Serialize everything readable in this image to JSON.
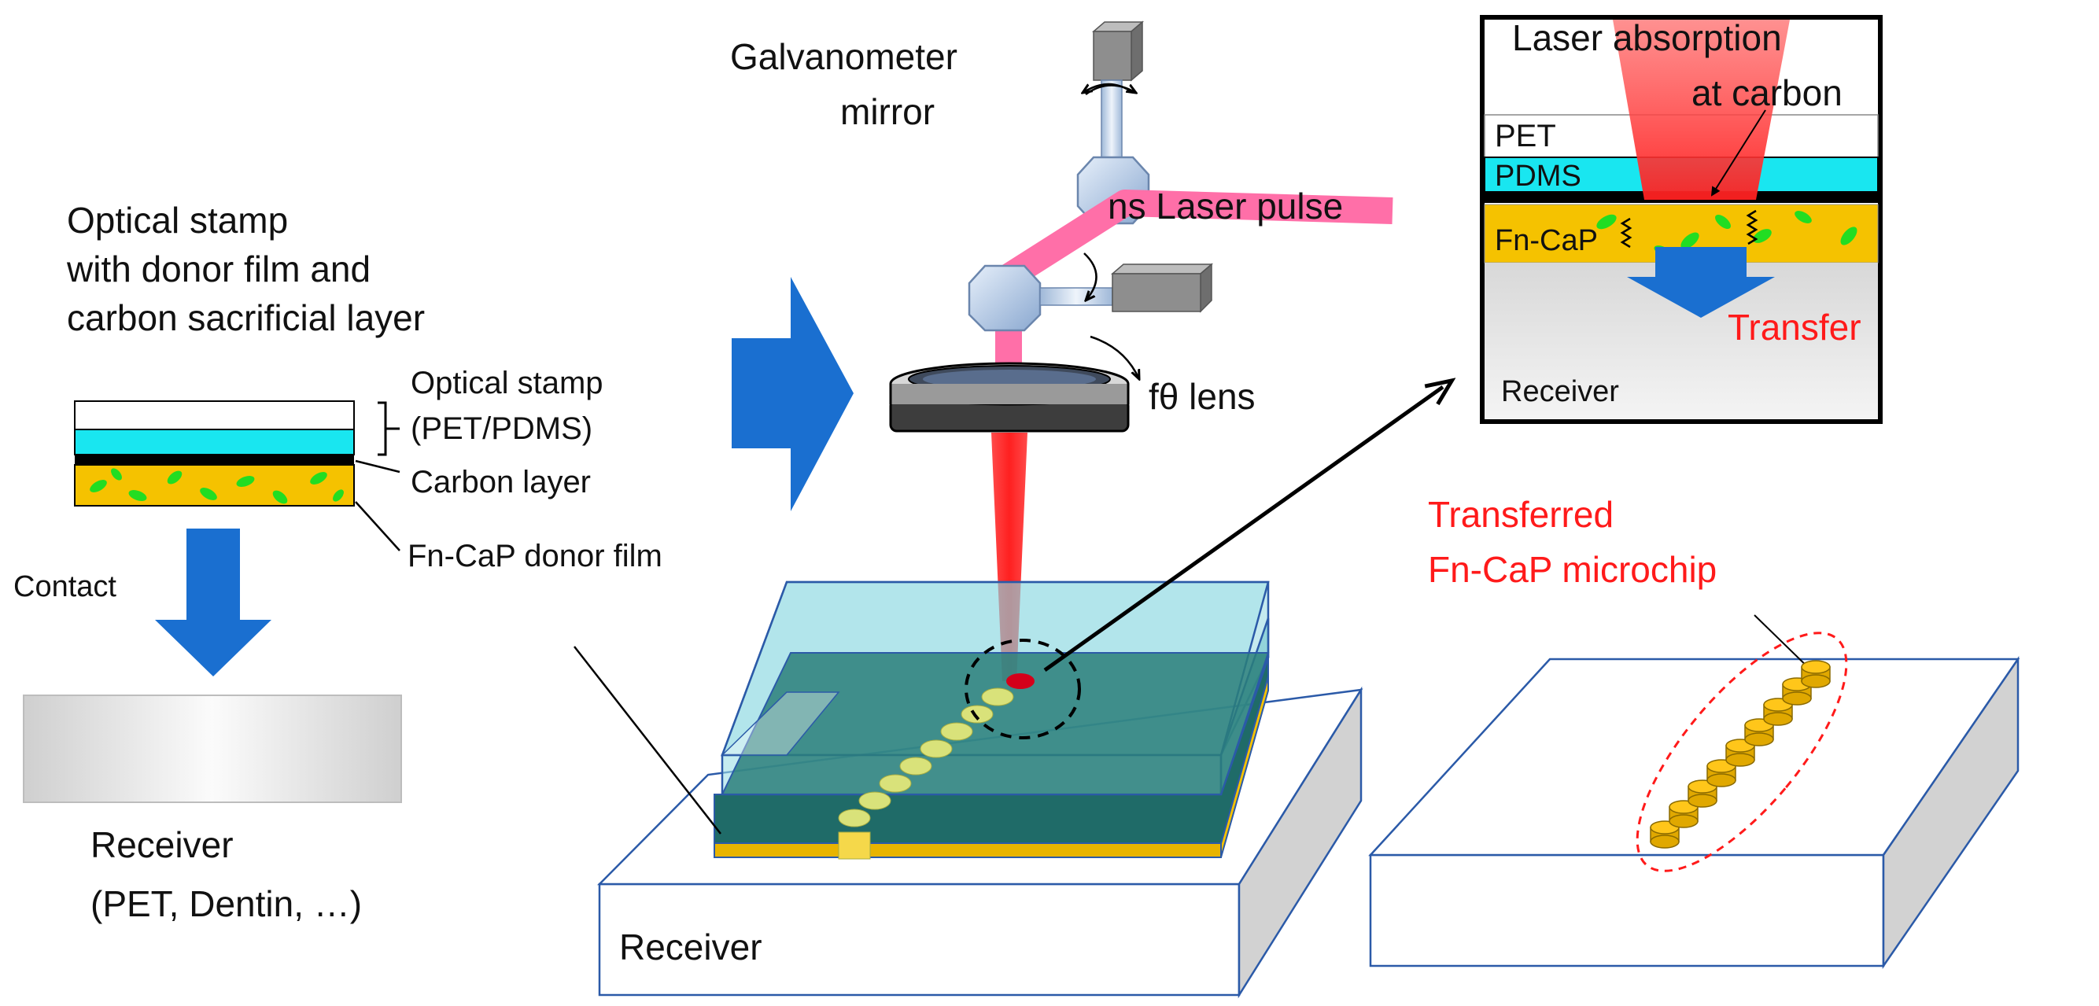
{
  "left_panel": {
    "title_lines": [
      "Optical stamp",
      "with donor film and",
      "carbon sacrificial layer"
    ],
    "label_optical_stamp": "Optical stamp",
    "label_pet_pdms": "(PET/PDMS)",
    "label_carbon": "Carbon layer",
    "label_donor": "Fn-CaP donor film",
    "label_contact": "Contact",
    "receiver_lines": [
      "Receiver",
      "(PET, Dentin, …)"
    ]
  },
  "center_panel": {
    "galvo_lines": [
      "Galvanometer",
      "mirror"
    ],
    "laser_label": "ns Laser pulse",
    "lens_label": "fθ lens",
    "receiver_label": "Receiver"
  },
  "inset": {
    "absorption_lines": [
      "Laser absorption",
      "at carbon"
    ],
    "pet": "PET",
    "pdms": "PDMS",
    "fncap": "Fn-CaP",
    "transfer": "Transfer",
    "receiver": "Receiver"
  },
  "right_panel": {
    "transferred_lines": [
      "Transferred",
      "Fn-CaP microchip"
    ]
  },
  "colors": {
    "pdms_cyan": "#19e6f0",
    "donor_gold": "#f5c200",
    "particle_green": "#22dd22",
    "arrow_blue": "#1a6fd0",
    "laser_pink": "#ff6fa8",
    "laser_red": "#ff2a2a",
    "label_red": "#ff1a1a",
    "box_outline": "#2b5aa8",
    "glass_teal": "#2a7f7a"
  }
}
